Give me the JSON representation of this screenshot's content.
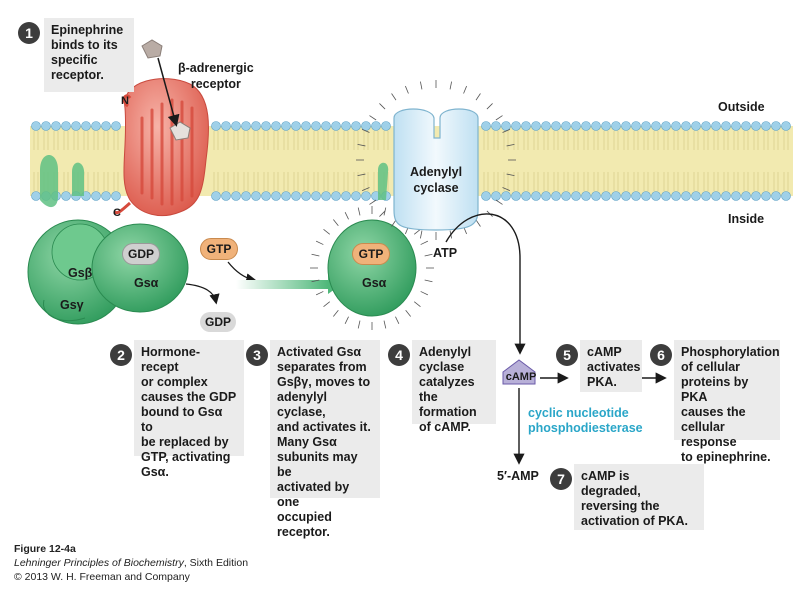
{
  "labels": {
    "outside": "Outside",
    "inside": "Inside",
    "beta_receptor": "β-adrenergic\nreceptor",
    "n_term": "N",
    "c_term": "C",
    "adenylyl_cyclase": "Adenylyl\ncyclase",
    "gdp_bound": "GDP",
    "gdp_released": "GDP",
    "gtp_free": "GTP",
    "gtp_bound": "GTP",
    "atp": "ATP",
    "camp": "cAMP",
    "five_amp": "5′-AMP",
    "pde": "cyclic nucleotide\nphosphodiesterase",
    "g_s_beta": "Gsβ",
    "g_s_alpha": "Gsα",
    "g_s_gamma": "Gsγ",
    "g_s_alpha_active": "Gsα"
  },
  "steps": [
    {
      "num": "1",
      "text": "Epinephrine\nbinds to its\nspecific\nreceptor."
    },
    {
      "num": "2",
      "text": "Hormone-recept\nor complex\ncauses the GDP\nbound to Gsα to\nbe replaced by\nGTP, activating\nGsα."
    },
    {
      "num": "3",
      "text": "Activated Gsα\nseparates from\nGsβγ, moves to\nadenylyl cyclase,\nand activates it.\nMany Gsα\nsubunits may be\nactivated by one\noccupied\nreceptor."
    },
    {
      "num": "4",
      "text": "Adenylyl\ncyclase\ncatalyzes the\nformation\nof cAMP."
    },
    {
      "num": "5",
      "text": "cAMP\nactivates\nPKA."
    },
    {
      "num": "6",
      "text": "Phosphorylation\nof cellular\nproteins by PKA\ncauses the\ncellular response\nto epinephrine."
    },
    {
      "num": "7",
      "text": "cAMP is\ndegraded,\nreversing the\nactivation of PKA."
    }
  ],
  "caption": {
    "figure": "Figure 12-4a",
    "book_title": "Lehninger Principles of Biochemistry",
    "edition": ", Sixth Edition",
    "copyright": "© 2013 W. H. Freeman and Company"
  },
  "colors": {
    "membrane": "#f2eab0",
    "lipid_head": "#9fd0e8",
    "g_protein": "#4fb87a",
    "receptor": "#e8776a",
    "cyclase": "#d9ecf7",
    "camp": "#b8b0d8",
    "gtp": "#f0b27a",
    "gdp": "#cfcfcf",
    "pde_text": "#2aa6c8"
  }
}
